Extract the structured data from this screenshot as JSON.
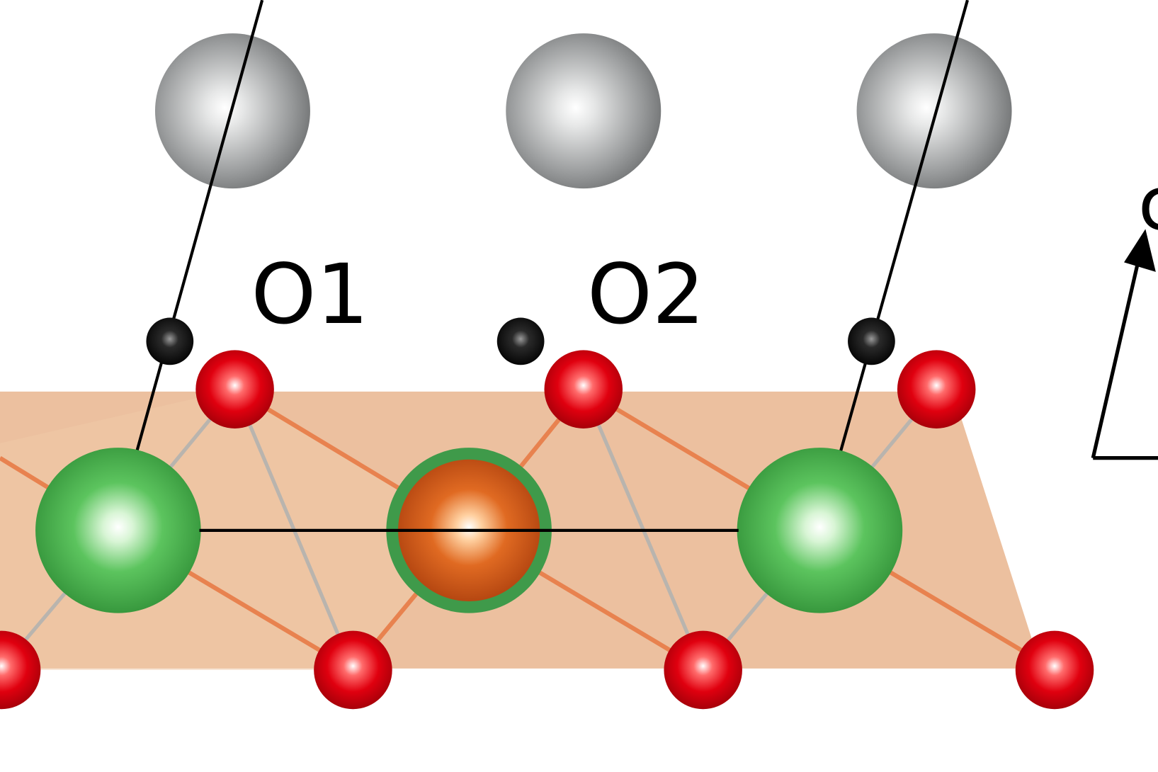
{
  "labels": {
    "oxygen_site_1": "O1",
    "oxygen_site_2": "O2",
    "axis_c": "c"
  },
  "colors": {
    "background": "#ffffff",
    "slab": "#e9b58e",
    "large_gray_atom": "#8f9192",
    "small_black_atom": "#111111",
    "oxygen_atom": "#e00010",
    "green_atom": "#3fae45",
    "orange_atom": "#d8561a",
    "bond_orange": "#e8824f",
    "bond_gray": "#b9b4ae"
  }
}
